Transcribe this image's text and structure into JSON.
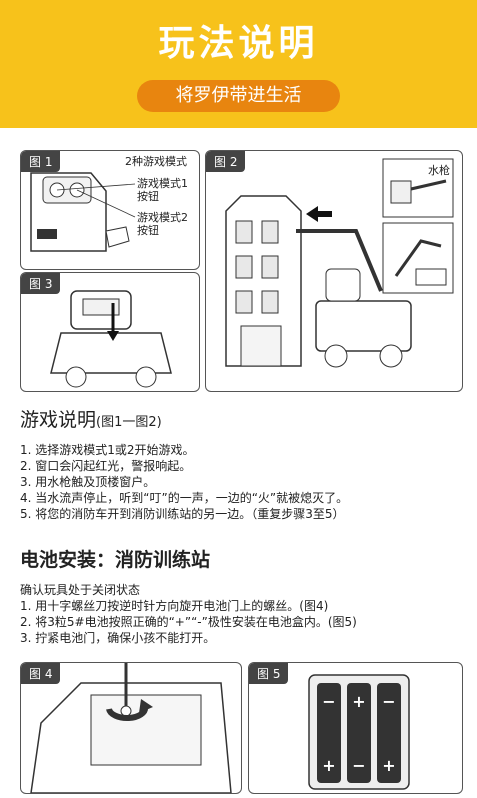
{
  "banner": {
    "title": "玩法说明",
    "subtitle": "将罗伊带进生活"
  },
  "figures": {
    "fig1": {
      "tag": "图 1",
      "modes_label": "2种游戏模式",
      "mode1_label": "游戏模式1\n按钮",
      "mode2_label": "游戏模式2\n按钮"
    },
    "fig2": {
      "tag": "图 2",
      "water_gun_label": "水枪"
    },
    "fig3": {
      "tag": "图 3"
    },
    "fig4": {
      "tag": "图 4"
    },
    "fig5": {
      "tag": "图 5"
    }
  },
  "game": {
    "title": "游戏说明",
    "title_note": "(图1一图2)",
    "steps": [
      "1. 选择游戏模式1或2开始游戏。",
      "2. 窗口会闪起红光，警报响起。",
      "3. 用水枪触及顶楼窗户。",
      "4. 当水流声停止，听到“叮”的一声，一边的“火”就被熄灭了。",
      "5. 将您的消防车开到消防训练站的另一边。（重复步骤3至5）"
    ]
  },
  "battery": {
    "title": "电池安装：消防训练站",
    "intro": "确认玩具处于关闭状态",
    "steps": [
      "1. 用十字螺丝刀按逆时针方向旋开电池门上的螺丝。(图4)",
      "2. 将3粒5#电池按照正确的“+”“-”极性安装在电池盒内。(图5)",
      "3. 拧紧电池门，确保小孩不能打开。"
    ]
  },
  "colors": {
    "banner_bg": "#f7c21b",
    "pill_bg": "#e8850f",
    "panel_tag_bg": "#444444"
  },
  "icons": [
    "counterclockwise-arrow-icon",
    "left-arrow-icon",
    "plus-icon",
    "minus-icon"
  ]
}
